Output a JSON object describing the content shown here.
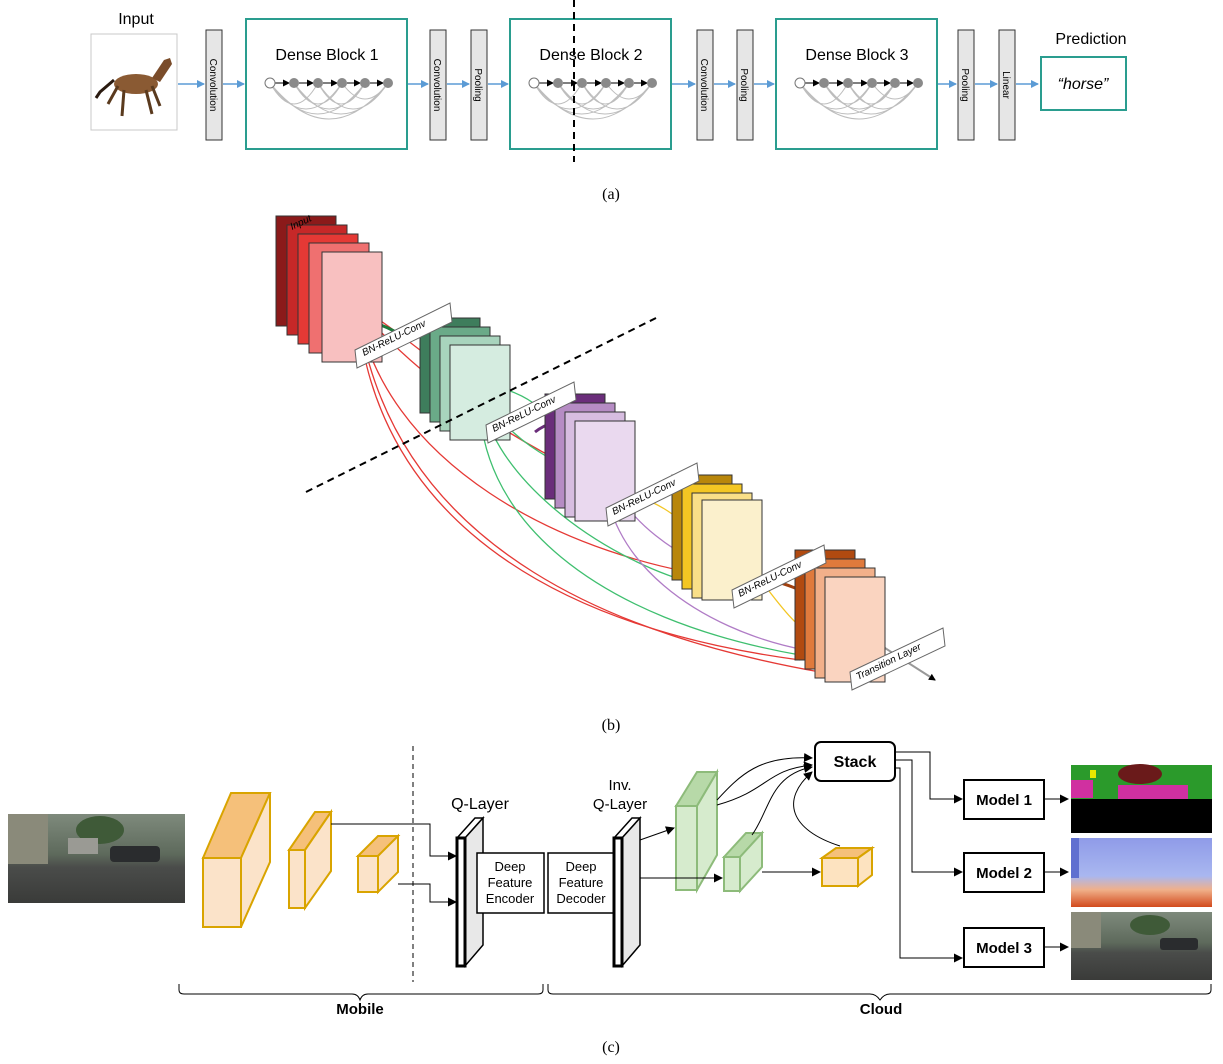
{
  "panel_a": {
    "input_label": "Input",
    "prediction_label": "Prediction",
    "prediction_value": "“horse”",
    "caption": "(a)",
    "blocks": [
      "Dense Block 1",
      "Dense Block 2",
      "Dense Block 3"
    ],
    "layers": {
      "conv": "Convolution",
      "pool": "Pooling",
      "linear": "Linear"
    },
    "input_icon": "horse-image-icon"
  },
  "panel_b": {
    "input_label": "Input",
    "layer_labels": [
      "BN-ReLU-Conv",
      "BN-ReLU-Conv",
      "BN-ReLU-Conv",
      "BN-ReLU-Conv"
    ],
    "transition_label": "Transition Layer",
    "caption": "(b)",
    "colors": {
      "red": "#e53935",
      "green": "#3fbf6f",
      "purple": "#b07cc6",
      "yellow": "#f3c623",
      "orange": "#e07a3c"
    }
  },
  "panel_c": {
    "q_layer": "Q-Layer",
    "inv_q_layer_line1": "Inv.",
    "inv_q_layer_line2": "Q-Layer",
    "encoder": [
      "Deep",
      "Feature",
      "Encoder"
    ],
    "decoder": [
      "Deep",
      "Feature",
      "Decoder"
    ],
    "stack": "Stack",
    "models": [
      "Model 1",
      "Model 2",
      "Model 3"
    ],
    "mobile": "Mobile",
    "cloud": "Cloud",
    "caption": "(c)",
    "input_icon": "street-scene-image-icon",
    "output_icons": [
      "segmentation-map-icon",
      "depth-map-icon",
      "reconstructed-image-icon"
    ]
  }
}
